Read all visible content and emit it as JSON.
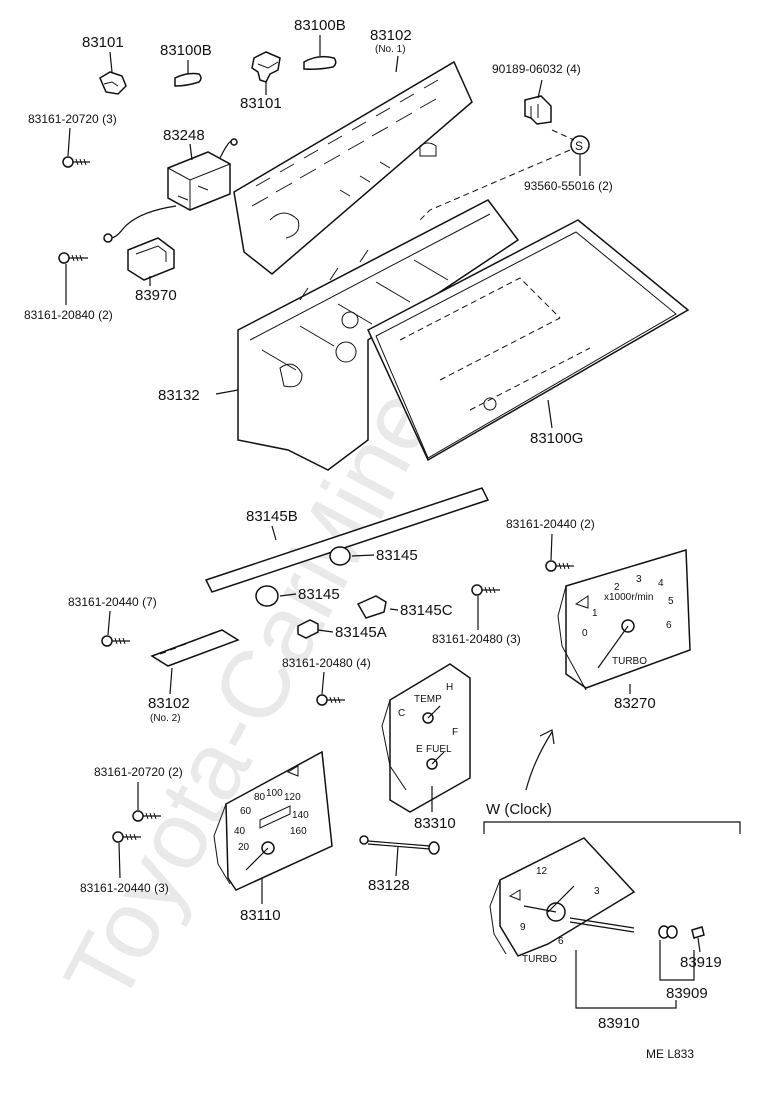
{
  "watermark": "Toyota-CarMine.ru",
  "footer": "ME   L833",
  "callouts": {
    "c83101a": "83101",
    "c83100Ba": "83100B",
    "c83100Bb": "83100B",
    "c83101b": "83101",
    "c83102n1": "83102",
    "c83102n1sub": "(No. 1)",
    "c90189": "90189-06032 (4)",
    "c93560": "93560-55016 (2)",
    "c83161_20720_3": "83161-20720 (3)",
    "c83248": "83248",
    "c83161_20840_2": "83161-20840 (2)",
    "c83970": "83970",
    "c83132": "83132",
    "c83100G": "83100G",
    "c83145B": "83145B",
    "c83145a": "83145",
    "c83145b": "83145",
    "c83145C": "83145C",
    "c83145A": "83145A",
    "c83161_20440_7": "83161-20440 (7)",
    "c83161_20440_2": "83161-20440 (2)",
    "c83161_20480_3": "83161-20480 (3)",
    "c83102n2": "83102",
    "c83102n2sub": "(No. 2)",
    "c83161_20480_4": "83161-20480 (4)",
    "c83270": "83270",
    "c83310": "83310",
    "c83161_20720_2": "83161-20720 (2)",
    "c83161_20440_3": "83161-20440 (3)",
    "c83110": "83110",
    "c83128": "83128",
    "cWclock": "W (Clock)",
    "c83919": "83919",
    "c83909": "83909",
    "c83910": "83910",
    "s_circle": "S"
  },
  "dial_marks": {
    "temp": "TEMP",
    "fuel": "FUEL",
    "temp_h": "H",
    "temp_c": "C",
    "fuel_f": "F",
    "fuel_e": "E",
    "tacho_x1000": "x1000r/min",
    "turbo": "TURBO",
    "clock_12": "12",
    "clock_3": "3",
    "clock_9": "9",
    "clock_6": "6",
    "t0": "0",
    "t1": "1",
    "t2": "2",
    "t3": "3",
    "t4": "4",
    "t5": "5",
    "t6": "6",
    "s20": "20",
    "s40": "40",
    "s60": "60",
    "s80": "80",
    "s100": "100",
    "s120": "120",
    "s140": "140",
    "s160": "160"
  }
}
